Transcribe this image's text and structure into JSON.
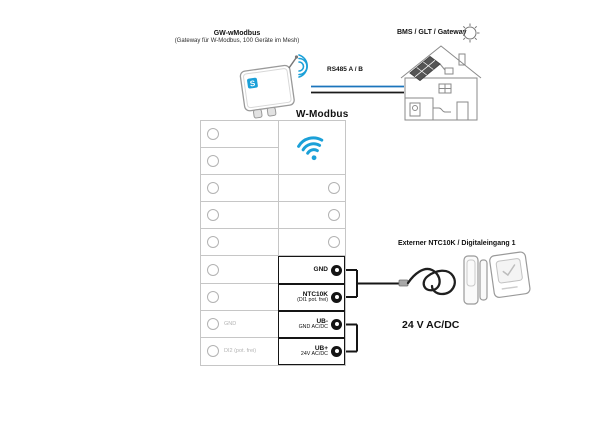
{
  "device": {
    "title": "GW-wModbus",
    "subtitle": "(Gateway für W-Modbus, 100 Geräte im Mesh)",
    "logo_text": "S"
  },
  "connections": {
    "rs485_label": "RS485 A / B",
    "bms_label": "BMS / GLT / Gateway"
  },
  "terminal_block": {
    "wmodbus_label": "W-Modbus",
    "left_rows": [
      {
        "label": ""
      },
      {
        "label": ""
      },
      {
        "label": ""
      },
      {
        "label": ""
      },
      {
        "label": ""
      },
      {
        "label": ""
      },
      {
        "label": ""
      },
      {
        "label": "GND"
      },
      {
        "label": "DI2 (pot. frei)"
      }
    ],
    "connectors": [
      {
        "line1": "GND",
        "line2": ""
      },
      {
        "line1": "NTC10K",
        "line2": "(DI1 pot. frei)"
      },
      {
        "line1": "UB-",
        "line2": "GND AC/DC"
      },
      {
        "line1": "UB+",
        "line2": "24V AC/DC"
      }
    ]
  },
  "right_section": {
    "external_label": "Externer NTC10K / Digitaleingang 1",
    "supply_label": "24 V AC/DC"
  },
  "colors": {
    "accent_blue": "#1ba0d8",
    "wire_blue": "#1b75bc",
    "wire_black": "#1a1a1a",
    "grid_gray": "#c6c6c6",
    "muted_text": "#b4b4b4"
  }
}
